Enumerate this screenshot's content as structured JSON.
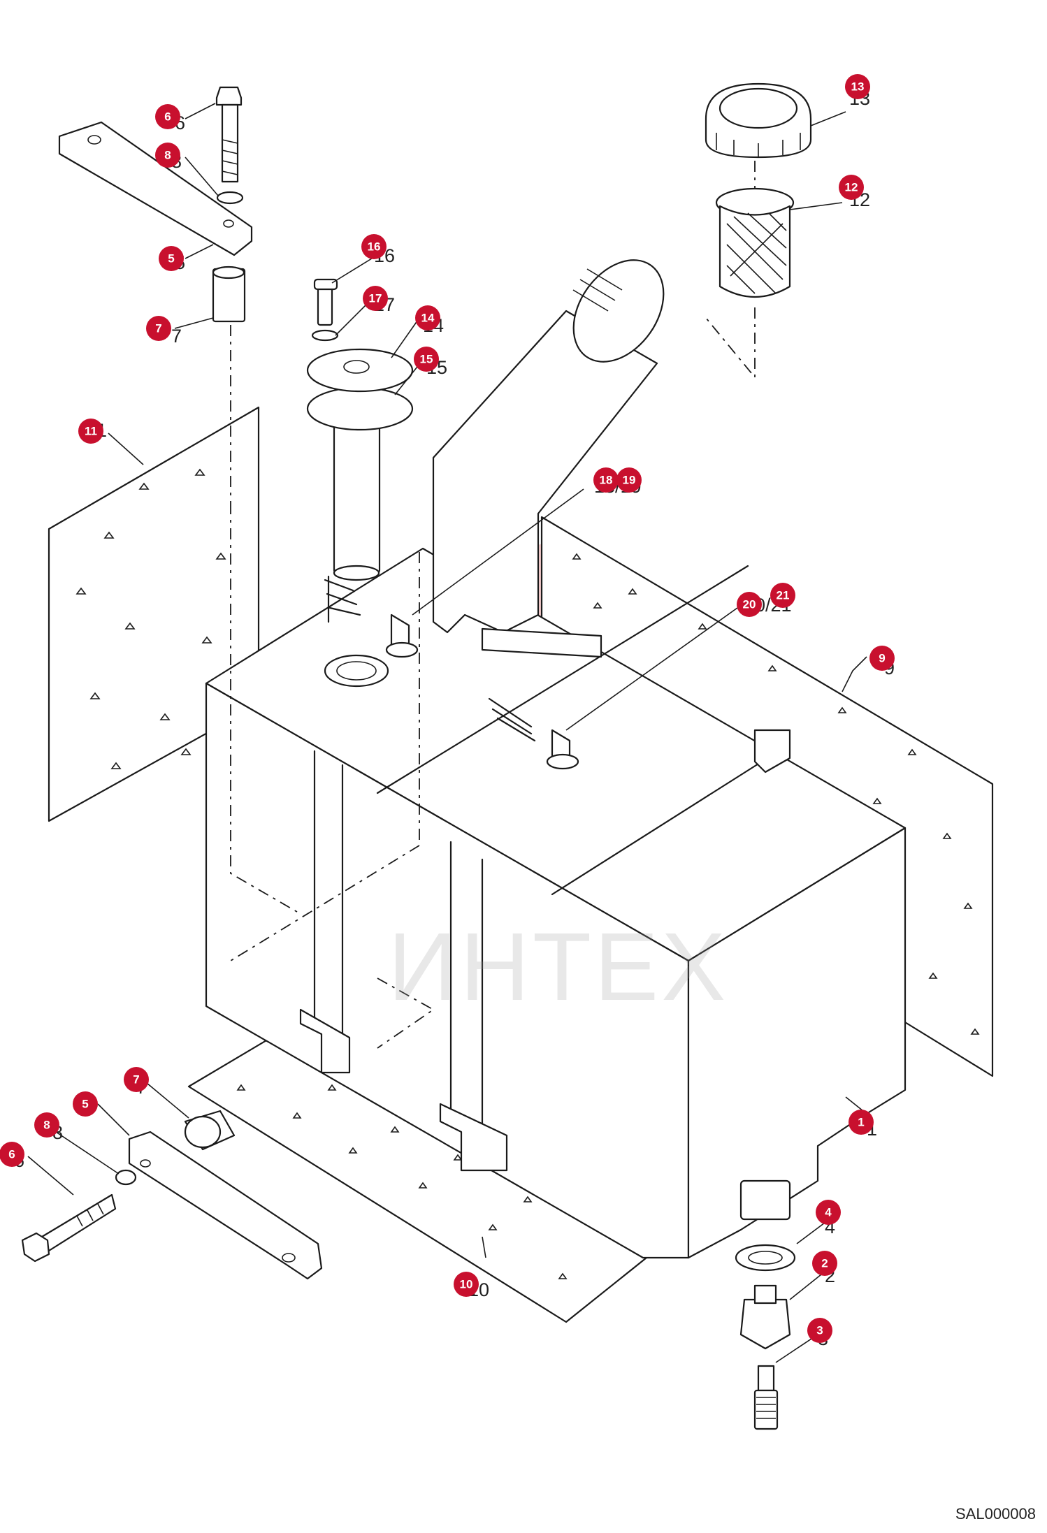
{
  "diagram": {
    "watermark": "ИНТЕХ",
    "drawing_code": "SAL000008",
    "callouts": [
      {
        "id": "c1",
        "label": "1"
      },
      {
        "id": "c2",
        "label": "2"
      },
      {
        "id": "c3",
        "label": "3"
      },
      {
        "id": "c4",
        "label": "4"
      },
      {
        "id": "c5a",
        "label": "5"
      },
      {
        "id": "c5b",
        "label": "5"
      },
      {
        "id": "c6a",
        "label": "6"
      },
      {
        "id": "c6b",
        "label": "6"
      },
      {
        "id": "c7a",
        "label": "7"
      },
      {
        "id": "c7b",
        "label": "7"
      },
      {
        "id": "c8a",
        "label": "8"
      },
      {
        "id": "c8b",
        "label": "8"
      },
      {
        "id": "c9",
        "label": "9"
      },
      {
        "id": "c10",
        "label": "10"
      },
      {
        "id": "c11",
        "label": "11"
      },
      {
        "id": "c12",
        "label": "12"
      },
      {
        "id": "c13",
        "label": "13"
      },
      {
        "id": "c14",
        "label": "14"
      },
      {
        "id": "c15",
        "label": "15"
      },
      {
        "id": "c16",
        "label": "16"
      },
      {
        "id": "c17",
        "label": "17"
      },
      {
        "id": "c18",
        "label": "18"
      },
      {
        "id": "c19",
        "label": "19"
      },
      {
        "id": "c20",
        "label": "20"
      },
      {
        "id": "c21",
        "label": "21"
      }
    ],
    "part_numbers": {
      "p1": "1",
      "p2": "2",
      "p3": "3",
      "p4": "4",
      "p5a": "5",
      "p5b": "5",
      "p6a": "6",
      "p6b": "6",
      "p7a": "7",
      "p7b": "7",
      "p8a": "8",
      "p8b": "8",
      "p9": "9",
      "p10": "10",
      "p11": "11",
      "p12": "12",
      "p13": "13",
      "p14": "14",
      "p15": "15",
      "p16": "16",
      "p17": "17",
      "p1819": "18/19",
      "p2021": "20/21"
    },
    "colors": {
      "badge": "#c8102e",
      "line": "#1a1a1a",
      "watermark": "#c8102e"
    }
  }
}
